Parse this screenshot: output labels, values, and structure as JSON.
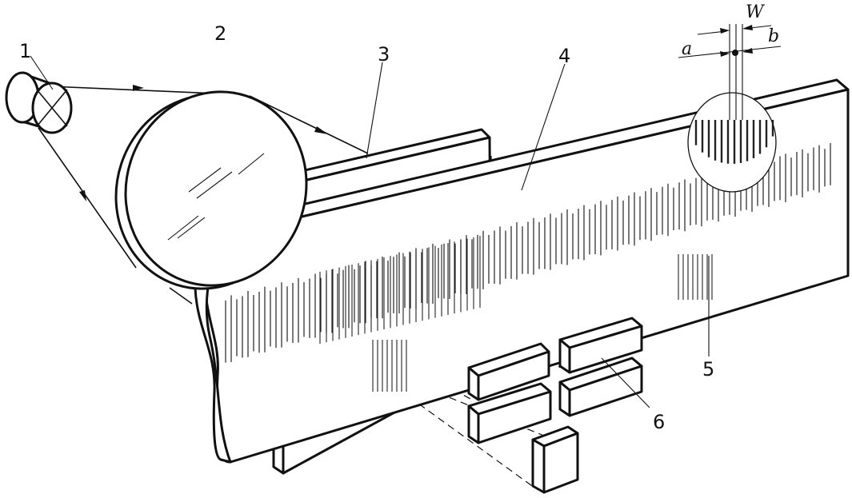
{
  "labels": {
    "l1": "1",
    "l2": "2",
    "l3": "3",
    "l4": "4",
    "l5": "5",
    "l6": "6",
    "W": "W",
    "a": "a",
    "b": "b"
  }
}
